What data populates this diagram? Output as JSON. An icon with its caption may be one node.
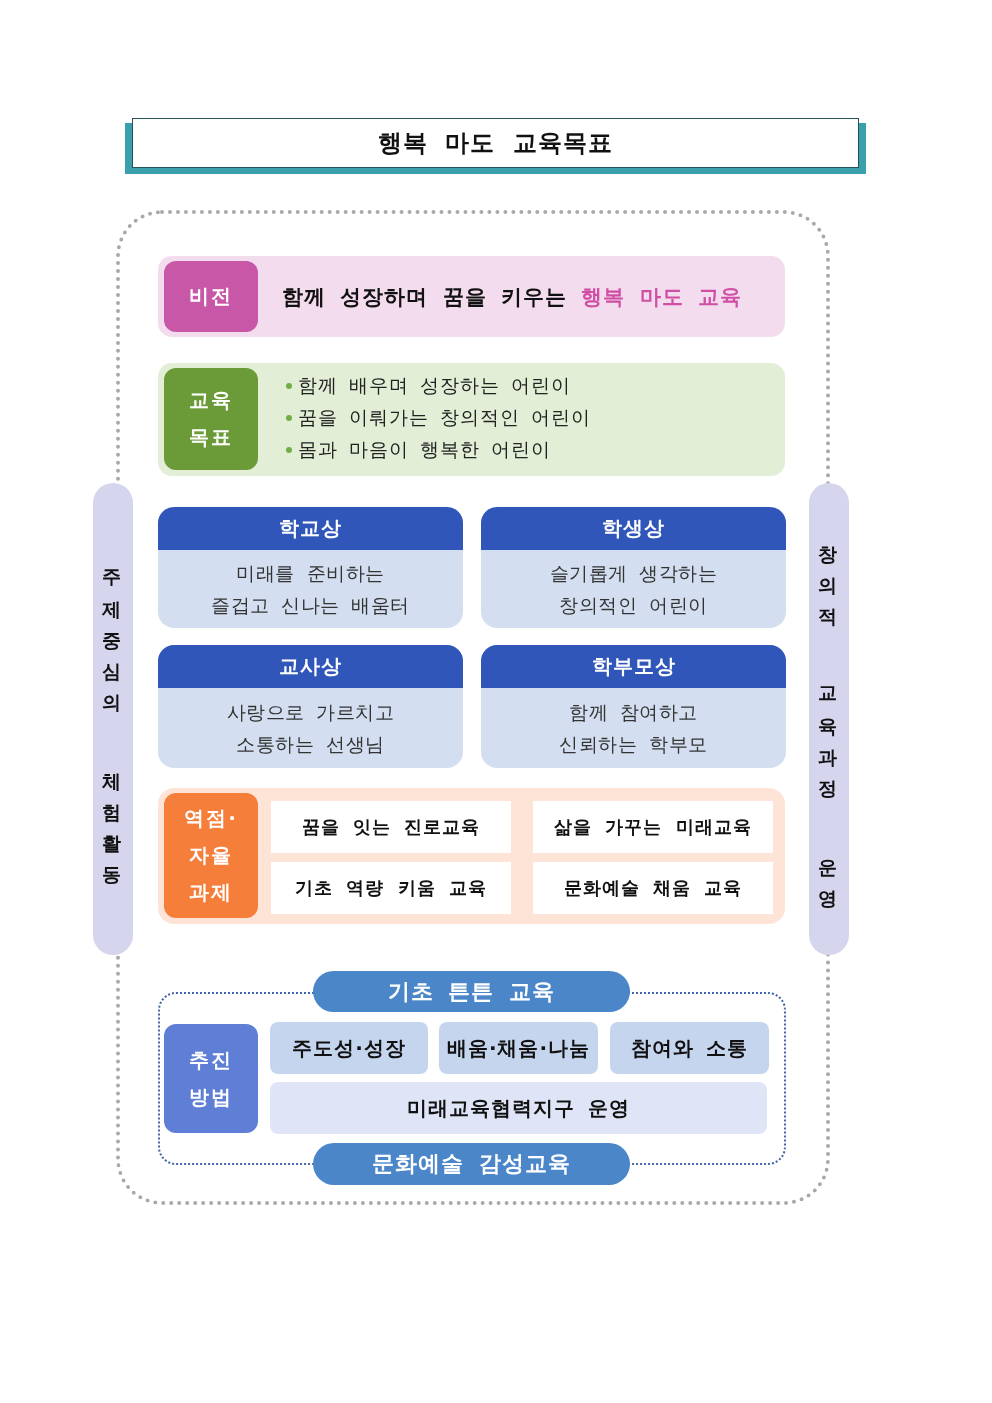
{
  "diagram": {
    "title": "행복 마도 교육목표",
    "nodes": [
      {
        "text": [],
        "shape": "box"
      },
      {
        "text": [
          "비전",
          "함께 성장하며 꿈을 키우는 **행복 마도 교육**"
        ],
        "in": 0
      },
      {
        "text": [
          "교육 목표",
          "함께 배우며 성장하는 어린이",
          "꿈을 이뤄가는 창의적인 어린이",
          "몸과 마음이 행복한 어린이"
        ],
        "in": 0
      },
      {
        "text": [
          "주제중심의 체험활동"
        ]
      },
      {
        "text": [
          "창의적 교육과정 운영"
        ]
      },
      {
        "text": [
          "학교상",
          "미래를 준비하는 즐겁고 신나는 배움터"
        ],
        "in": 0
      },
      {
        "text": [
          "학생상",
          "슬기롭게 생각하는 창의적인 어린이"
        ],
        "in": 0
      },
      {
        "text": [
          "교사상",
          "사랑으로 가르치고 소통하는 선생님"
        ],
        "in": 0
      },
      {
        "text": [
          "학부모상",
          "함께 참여하고 신뢰하는 학부모"
        ],
        "in": 0
      },
      {
        "text": [
          "역점· 자율 과제"
        ],
        "in": 0
      },
      {
        "text": [
          "꿈을 잇는 진로교육"
        ],
        "in": 9
      },
      {
        "text": [
          "삶을 가꾸는 미래교육"
        ],
        "in": 9
      },
      {
        "text": [
          "기초 역량 키움 교육"
        ],
        "in": 9
      },
      {
        "text": [
          "문화예술 채움 교육"
        ],
        "in": 9
      },
      {
        "text": [
          "기초 튼튼 교육"
        ],
        "in": 0
      },
      {
        "text": [
          "추진 방법"
        ],
        "in": 0
      },
      {
        "text": [
          "주도성·성장"
        ],
        "in": 15
      },
      {
        "text": [
          "배움·채움·나눔"
        ],
        "in": 15
      },
      {
        "text": [
          "참여와 소통"
        ],
        "in": 15
      },
      {
        "text": [
          "미래교육협력지구 운영"
        ],
        "in": 15
      },
      {
        "text": [
          "문화예술 감성교육"
        ],
        "in": 0
      }
    ]
  }
}
